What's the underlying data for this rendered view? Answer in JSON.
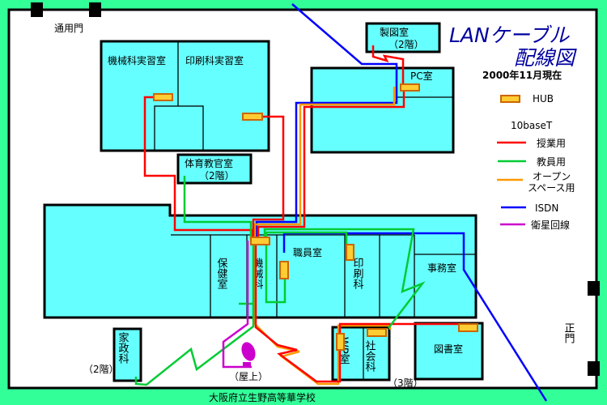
{
  "title": {
    "line1": "LANケーブル",
    "line2": "配線図",
    "date": "2000年11月現在"
  },
  "school_name": "大阪府立生野高等華学校",
  "gates": {
    "side": "通用門",
    "main": "正門"
  },
  "rooms": {
    "kikai_jisshu": "機械科実習室",
    "insatsu_jisshu": "印刷科実習室",
    "taiiku": "体育教官室",
    "taiiku_floor": "（2階）",
    "seizu": "製図室",
    "seizu_floor": "（2階）",
    "pc": "PC室",
    "hoken": "保健室",
    "kikai": "機械科",
    "shokuin": "職員室",
    "insatsu": "印刷科",
    "jimu": "事務室",
    "kasei": "家政科",
    "kasei_floor": "（2階）",
    "rooftop": "（屋上）",
    "wp": "WP室",
    "shakai": "社会科",
    "shakai_floor": "（3階）",
    "tosho": "図書室"
  },
  "legend": {
    "hub": "HUB",
    "cable_type": "10baseT",
    "items": [
      {
        "label": "授業用",
        "color": "#ff0000"
      },
      {
        "label": "教員用",
        "color": "#00cc33"
      },
      {
        "label": "オープン",
        "label2": "スペース用",
        "color": "#ff9900"
      },
      {
        "label": "ISDN",
        "color": "#0000ff"
      },
      {
        "label": "衛星回線",
        "color": "#cc00cc"
      }
    ]
  }
}
